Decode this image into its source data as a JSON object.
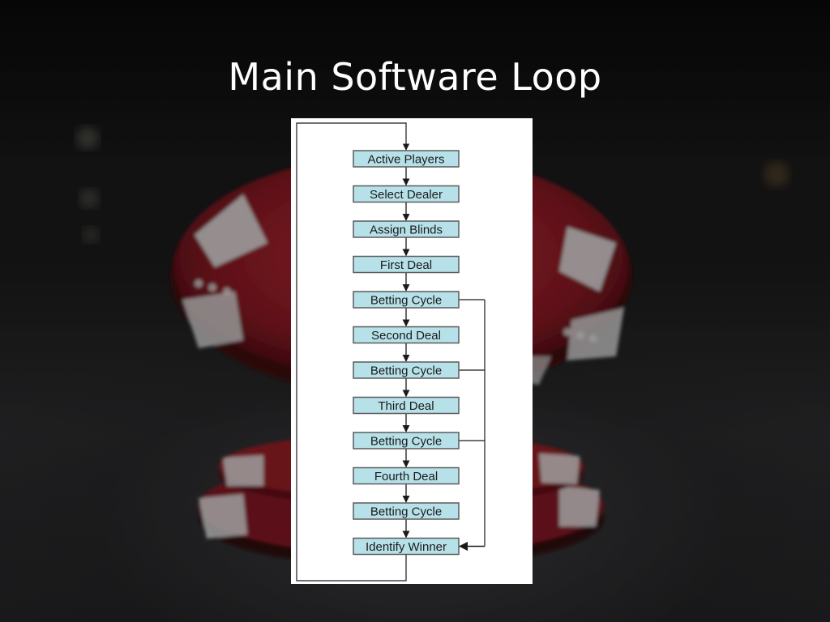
{
  "slide": {
    "title": "Main Software Loop"
  },
  "diagram": {
    "steps": [
      {
        "label": "Active Players"
      },
      {
        "label": "Select Dealer"
      },
      {
        "label": "Assign Blinds"
      },
      {
        "label": "First Deal"
      },
      {
        "label": "Betting Cycle",
        "exit_to_winner": true
      },
      {
        "label": "Second Deal"
      },
      {
        "label": "Betting Cycle",
        "exit_to_winner": true
      },
      {
        "label": "Third Deal"
      },
      {
        "label": "Betting Cycle",
        "exit_to_winner": true
      },
      {
        "label": "Fourth Deal"
      },
      {
        "label": "Betting Cycle"
      },
      {
        "label": "Identify Winner",
        "is_end": true
      }
    ],
    "loops_back_to_start": true,
    "colors": {
      "box_fill": "#b7e1e9",
      "box_border": "#5a5a5a",
      "arrow": "#1a1a1a",
      "panel": "#ffffff"
    }
  },
  "background": {
    "colors": {
      "chip_red": "#8a1a24",
      "chip_white": "#d9d9d9"
    }
  }
}
